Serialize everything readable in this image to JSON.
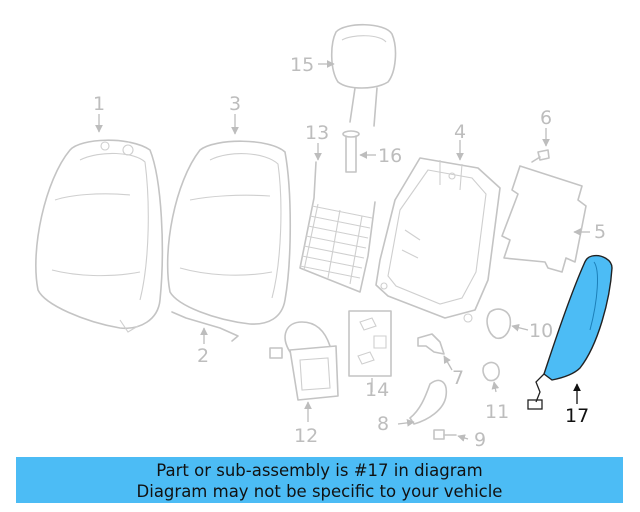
{
  "callouts": [
    {
      "id": "1",
      "label": "1",
      "highlighted": false
    },
    {
      "id": "2",
      "label": "2",
      "highlighted": false
    },
    {
      "id": "3",
      "label": "3",
      "highlighted": false
    },
    {
      "id": "4",
      "label": "4",
      "highlighted": false
    },
    {
      "id": "5",
      "label": "5",
      "highlighted": false
    },
    {
      "id": "6",
      "label": "6",
      "highlighted": false
    },
    {
      "id": "7",
      "label": "7",
      "highlighted": false
    },
    {
      "id": "8",
      "label": "8",
      "highlighted": false
    },
    {
      "id": "9",
      "label": "9",
      "highlighted": false
    },
    {
      "id": "10",
      "label": "10",
      "highlighted": false
    },
    {
      "id": "11",
      "label": "11",
      "highlighted": false
    },
    {
      "id": "12",
      "label": "12",
      "highlighted": false
    },
    {
      "id": "13",
      "label": "13",
      "highlighted": false
    },
    {
      "id": "14",
      "label": "14",
      "highlighted": false
    },
    {
      "id": "15",
      "label": "15",
      "highlighted": false
    },
    {
      "id": "16",
      "label": "16",
      "highlighted": false
    },
    {
      "id": "17",
      "label": "17",
      "highlighted": true
    }
  ],
  "banner": {
    "line1": "Part or sub-assembly is #17 in diagram",
    "line2": "Diagram may not be specific to your vehicle"
  },
  "colors": {
    "highlight_fill": "#4cbcf5",
    "banner_bg": "#4cbcf5",
    "dim_lines": "#c4c4c4",
    "text_dark": "#111111"
  }
}
